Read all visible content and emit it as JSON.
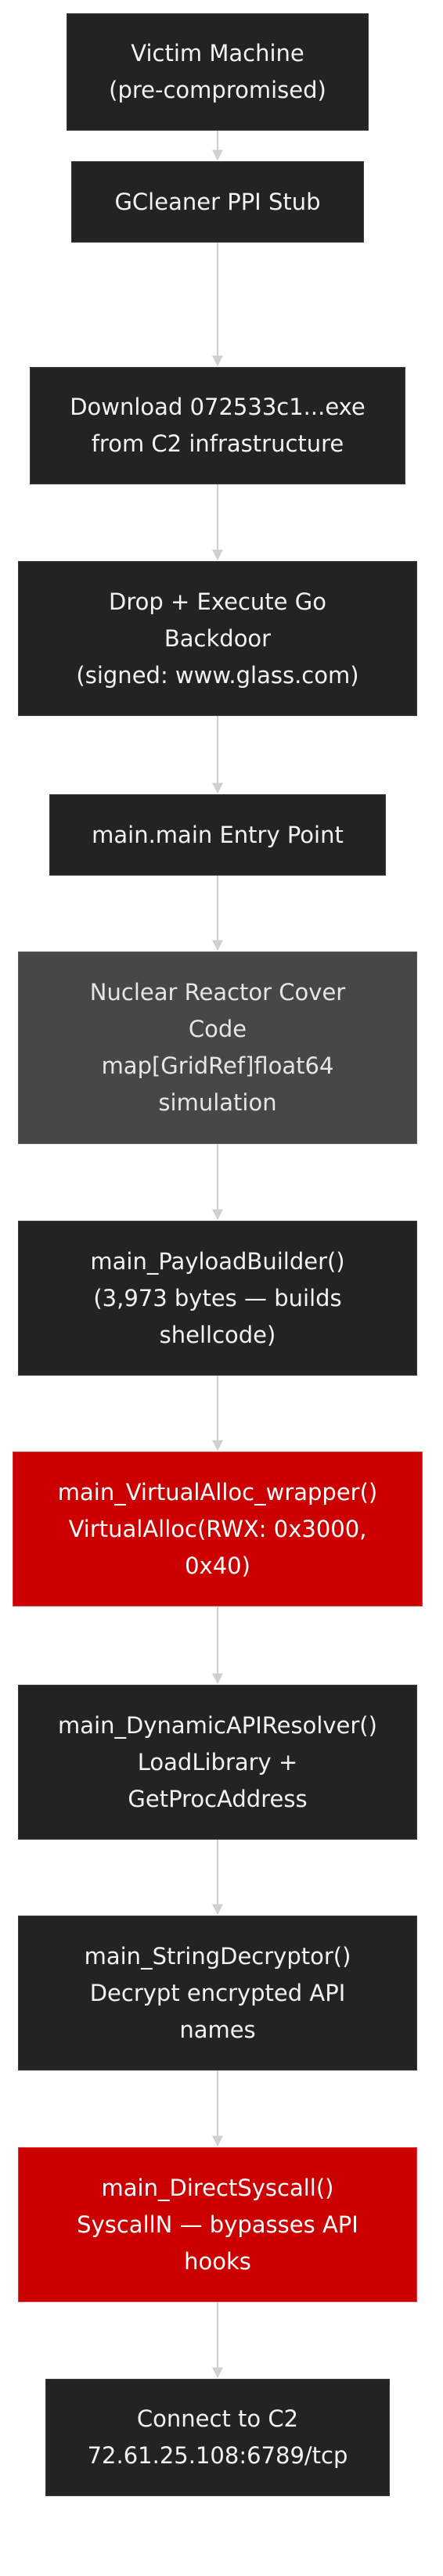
{
  "edge_color": "#d0d0d0",
  "nodes": [
    {
      "id": "n1",
      "style": "dark",
      "lines": [
        "Victim Machine",
        "(pre-compromised)"
      ]
    },
    {
      "id": "n2",
      "style": "dark",
      "lines": [
        "GCleaner PPI Stub"
      ]
    },
    {
      "id": "n3",
      "style": "dark",
      "lines": [
        "Download 072533c1...exe",
        "from C2 infrastructure"
      ]
    },
    {
      "id": "n4",
      "style": "dark",
      "lines": [
        "Drop + Execute Go",
        "Backdoor",
        "(signed: www.glass.com)"
      ]
    },
    {
      "id": "n5",
      "style": "dark",
      "lines": [
        "main.main Entry Point"
      ]
    },
    {
      "id": "n6",
      "style": "grey",
      "lines": [
        "Nuclear Reactor Cover",
        "Code",
        "map[GridRef]float64",
        "simulation"
      ]
    },
    {
      "id": "n7",
      "style": "dark",
      "lines": [
        "main_PayloadBuilder()",
        "(3,973 bytes — builds",
        "shellcode)"
      ]
    },
    {
      "id": "n8",
      "style": "red",
      "lines": [
        "main_VirtualAlloc_wrapper()",
        "VirtualAlloc(RWX: 0x3000,",
        "0x40)"
      ]
    },
    {
      "id": "n9",
      "style": "dark",
      "lines": [
        "main_DynamicAPIResolver()",
        "LoadLibrary +",
        "GetProcAddress"
      ]
    },
    {
      "id": "n10",
      "style": "dark",
      "lines": [
        "main_StringDecryptor()",
        "Decrypt encrypted API",
        "names"
      ]
    },
    {
      "id": "n11",
      "style": "red",
      "lines": [
        "main_DirectSyscall()",
        "SyscallN — bypasses API",
        "hooks"
      ]
    },
    {
      "id": "n12",
      "style": "dark",
      "lines": [
        "Connect to C2",
        "72.61.25.108:6789/tcp"
      ]
    }
  ],
  "edges": [
    {
      "from": "n1",
      "to": "n2"
    },
    {
      "from": "n2",
      "to": "n3"
    },
    {
      "from": "n3",
      "to": "n4"
    },
    {
      "from": "n4",
      "to": "n5"
    },
    {
      "from": "n5",
      "to": "n6"
    },
    {
      "from": "n6",
      "to": "n7"
    },
    {
      "from": "n7",
      "to": "n8"
    },
    {
      "from": "n8",
      "to": "n9"
    },
    {
      "from": "n9",
      "to": "n10"
    },
    {
      "from": "n10",
      "to": "n11"
    },
    {
      "from": "n11",
      "to": "n12"
    }
  ]
}
